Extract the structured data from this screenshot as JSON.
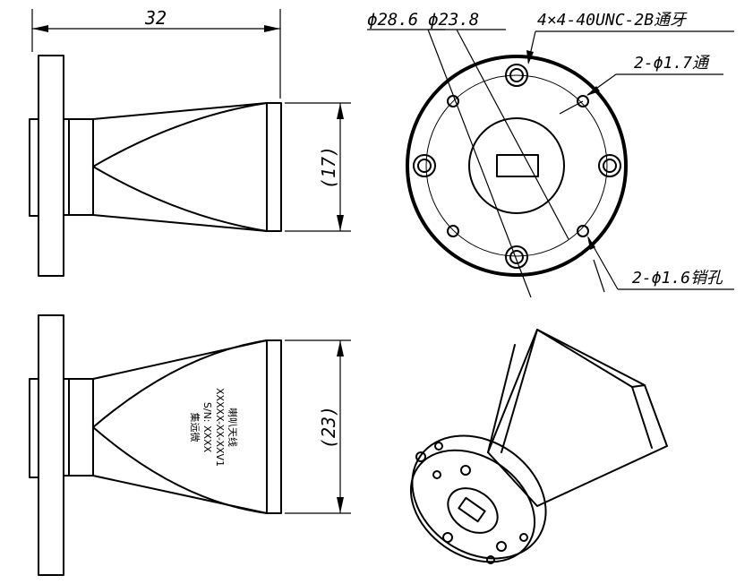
{
  "dimensions": {
    "overall_length": "32",
    "aperture_height_top": "(17)",
    "aperture_height_bottom": "(23)",
    "flange_outer_dia": "ϕ28.6",
    "bolt_circle_dia": "ϕ23.8",
    "threaded_holes": "4×4-40UNC-2B通牙",
    "through_holes": "2-ϕ1.7通",
    "pin_holes": "2-ϕ1.6销孔"
  },
  "part_label": {
    "line1": "喇叭天线",
    "line2": "XXXXX-XX-XXV1",
    "line3": "S/N: XXXX",
    "line4": "集远微"
  }
}
